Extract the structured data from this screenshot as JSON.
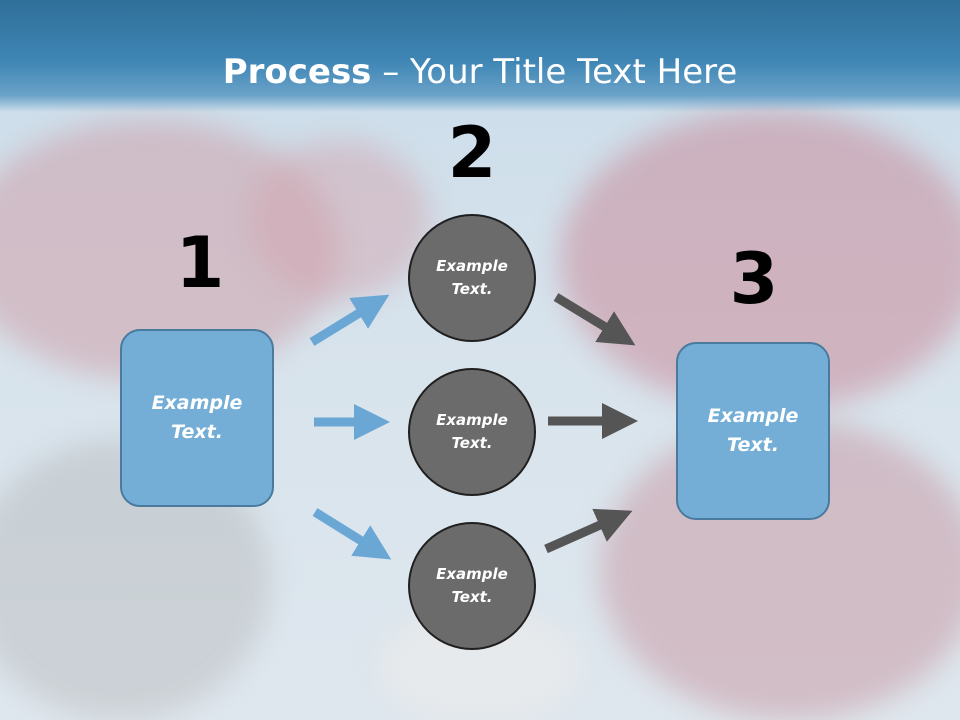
{
  "slide": {
    "title_bold": "Process",
    "title_rest": " – Your Title Text Here",
    "step_numbers": [
      "1",
      "2",
      "3"
    ],
    "left_box": "Example Text.",
    "right_box": "Example Text.",
    "circles": [
      "Example Text.",
      "Example Text.",
      "Example Text."
    ]
  },
  "colors": {
    "header": "#3f86b5",
    "box_fill": "#74aed6",
    "circle_fill": "#6b6b6b",
    "blue_arrow": "#6aa7d4",
    "gray_arrow": "#555555"
  }
}
